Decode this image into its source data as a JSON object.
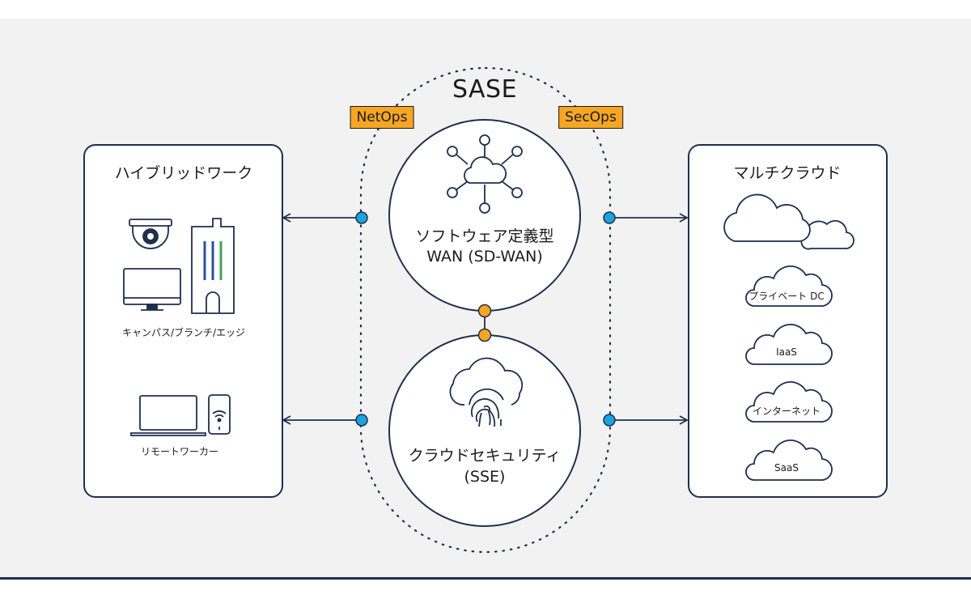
{
  "diagram": {
    "title": "SASE",
    "tags": {
      "netops": "NetOps",
      "secops": "SecOps"
    },
    "left_panel": {
      "title": "ハイブリッドワーク",
      "campus_label": "キャンパス/ブランチ/エッジ",
      "remote_label": "リモートワーカー"
    },
    "right_panel": {
      "title": "マルチクラウド",
      "clouds": [
        "プライベート DC",
        "IaaS",
        "インターネット",
        "SaaS"
      ]
    },
    "sdwan": {
      "line1": "ソフトウェア定義型",
      "line2": "WAN (SD-WAN)"
    },
    "sse": {
      "line1": "クラウドセキュリティ",
      "line2": "(SSE)"
    },
    "colors": {
      "orange": "#f6a623",
      "blue_dot": "#1aa3de",
      "navy": "#1f2f4d",
      "building_stripe_blue": "#2c4f9e",
      "building_stripe_green": "#3fa35a"
    },
    "icons": [
      "network-cloud-icon",
      "fingerprint-cloud-icon",
      "security-camera-icon",
      "building-icon",
      "monitor-icon",
      "laptop-icon",
      "phone-icon",
      "double-cloud-icon"
    ]
  }
}
